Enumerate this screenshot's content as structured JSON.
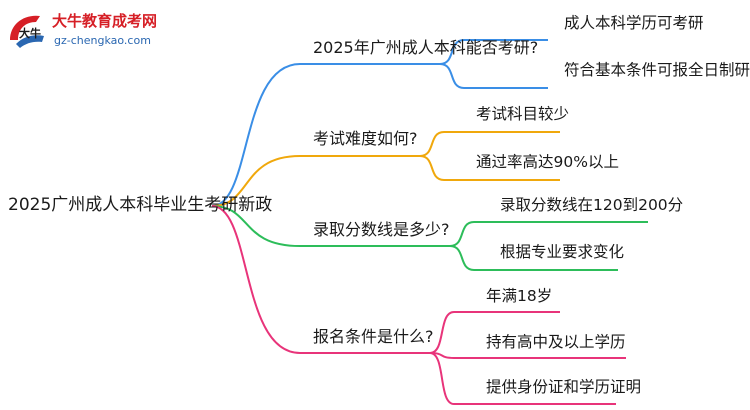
{
  "logo": {
    "brand_text": "大牛教育成考网",
    "url_text": "gz-chengkao.com",
    "mark_text": "大牛"
  },
  "root": {
    "label": "2025广州成人本科毕业生考研新政"
  },
  "branches": [
    {
      "label": "2025年广州成人本科能否考研?",
      "color": "#3a8ee6",
      "leaves": [
        "成人本科学历可考研",
        "符合基本条件可报全日制研究生"
      ]
    },
    {
      "label": "考试难度如何?",
      "color": "#f0a80c",
      "leaves": [
        "考试科目较少",
        "通过率高达90%以上"
      ]
    },
    {
      "label": "录取分数线是多少?",
      "color": "#2dbd5a",
      "leaves": [
        "录取分数线在120到200分",
        "根据专业要求变化"
      ]
    },
    {
      "label": "报名条件是什么?",
      "color": "#e8347a",
      "leaves": [
        "年满18岁",
        "持有高中及以上学历",
        "提供身份证和学历证明"
      ]
    }
  ]
}
